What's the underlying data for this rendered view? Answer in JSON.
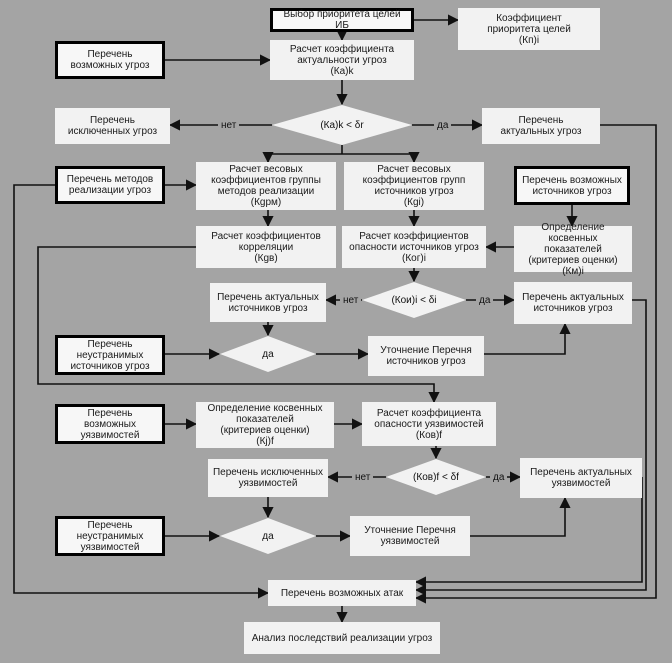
{
  "nodes": {
    "priority": "Выбор приоритета целей ИБ",
    "coef_priority": "Коэффициент\nприоритета целей\n(Кп)i",
    "possible_threats": "Перечень\nвозможных угроз",
    "calc_actuality": "Расчет коэффициента\nактуальности угроз\n(Ка)k",
    "excluded_threats": "Перечень\nисключенных угроз",
    "actual_threats": "Перечень\nактуальных угроз",
    "methods_list": "Перечень методов\nреализации угроз",
    "calc_weights_methods": "Расчет весовых\nкоэффициентов группы\nметодов реализации\n(Кgрм)",
    "calc_weights_sources": "Расчет весовых\nкоэффициентов групп\nисточников угроз\n(Кgi)",
    "possible_sources": "Перечень возможных\nисточников угроз",
    "calc_correlation": "Расчет коэффициентов\nкорреляции\n(Кgв)",
    "calc_source_danger": "Расчет коэффициентов\nопасности источников угроз\n(Ког)i",
    "indirect_sources": "Определение косвенных\nпоказателей\n(критериев оценки)\n(Км)i",
    "actual_sources_left": "Перечень актуальных\nисточников угроз",
    "actual_sources_right": "Перечень актуальных\nисточников угроз",
    "unremovable_sources": "Перечень\nнеустранимых\nисточников угроз",
    "refine_sources": "Уточнение Перечня\nисточников угроз",
    "possible_vuln": "Перечень возможных\nуязвимостей",
    "indirect_vuln": "Определение косвенных\nпоказателей\n(критериев оценки)\n(Кj)f",
    "calc_vuln_danger": "Расчет коэффициента\nопасности уязвимостей\n(Ков)f",
    "excluded_vuln": "Перечень исключенных\nуязвимостей",
    "actual_vuln": "Перечень актуальных\nуязвимостей",
    "unremovable_vuln": "Перечень\nнеустранимых\nуязвимостей",
    "refine_vuln": "Уточнение Перечня\nуязвимостей",
    "possible_attacks": "Перечень возможных атак",
    "analysis": "Анализ последствий реализации угроз"
  },
  "decisions": {
    "d1": "(Ка)k < δr",
    "d2": "(Кои)i < δi",
    "d3": "да",
    "d4": "(Ков)f < δf",
    "d5": "да"
  },
  "edge_labels": {
    "no1": "нет",
    "yes1": "да",
    "no2": "нет",
    "yes2": "да",
    "no4": "нет",
    "yes4": "да"
  }
}
